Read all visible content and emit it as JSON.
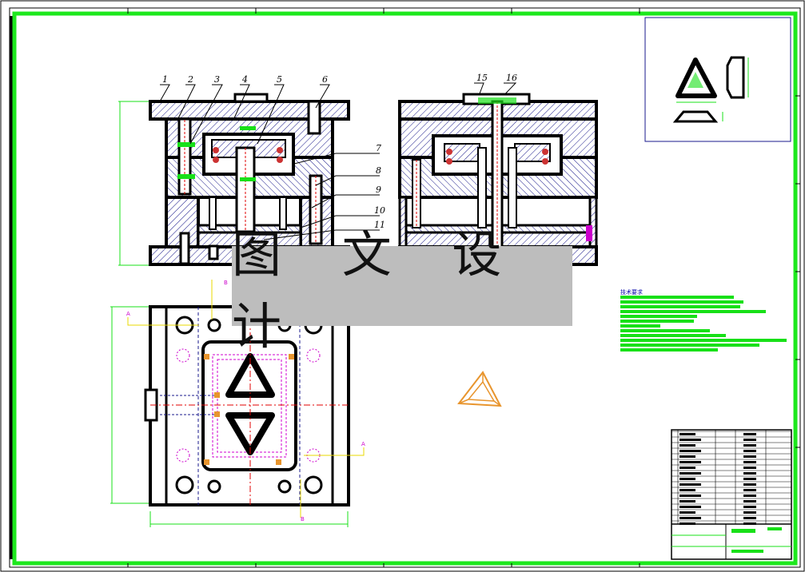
{
  "watermark_text": "图 文 设 计",
  "callouts": [
    "1",
    "2",
    "3",
    "4",
    "5",
    "6",
    "7",
    "8",
    "9",
    "10",
    "11",
    "15",
    "16"
  ],
  "section_labels": {
    "a": "A",
    "b": "B"
  },
  "tech_title": "技术要求",
  "colors": {
    "border": "#1de81d",
    "line": "#000000",
    "hatch": "#1a1a8c",
    "green": "#18e018",
    "magenta": "#d000d0",
    "orange": "#e8952e",
    "red": "#e00000"
  }
}
